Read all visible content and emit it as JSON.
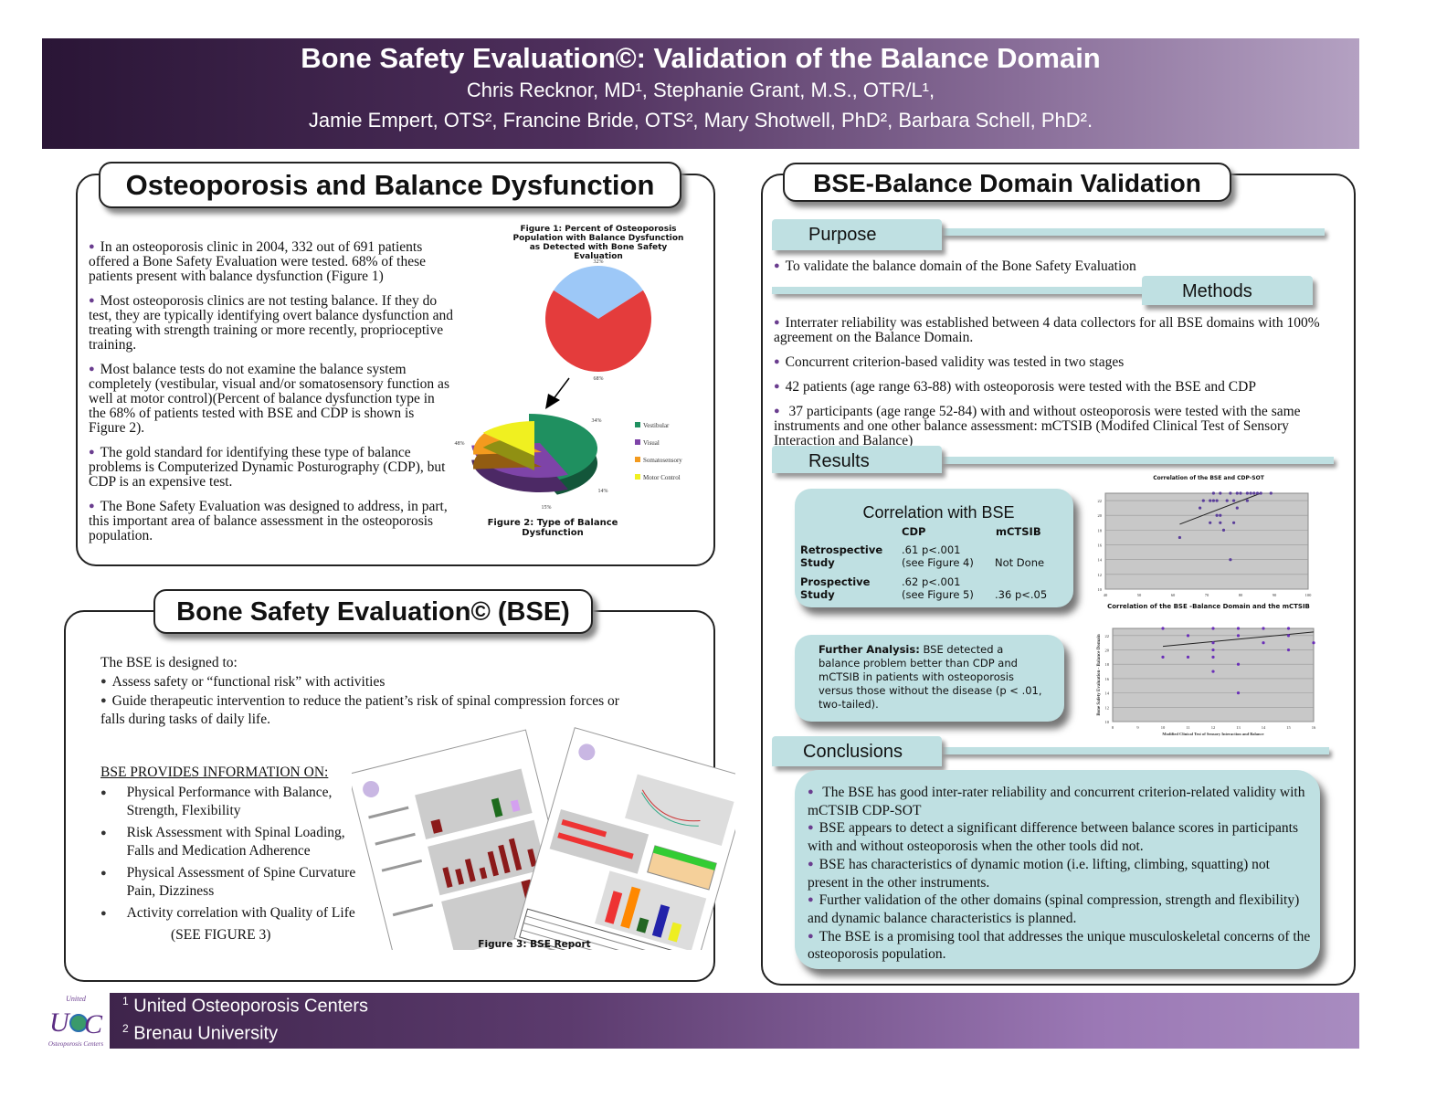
{
  "header": {
    "title": "Bone Safety Evaluation©: Validation of the Balance Domain",
    "authors_line1": "Chris Recknor, MD¹, Stephanie Grant, M.S., OTR/L¹,",
    "authors_line2": "Jamie Empert, OTS², Francine Bride, OTS², Mary Shotwell, PhD², Barbara Schell, PhD²."
  },
  "osteo": {
    "title": "Osteoporosis and Balance Dysfunction",
    "bullets": [
      "In an osteoporosis clinic in 2004, 332 out of 691 patients offered a Bone Safety Evaluation were tested.  68% of these patients present with balance dysfunction (Figure 1)",
      "Most osteoporosis clinics are not testing balance.  If they do test, they are typically identifying overt balance dysfunction and treating with  strength training or more recently, proprioceptive training.",
      "Most balance tests do not examine the balance system completely (vestibular, visual and/or somatosensory function as well at motor control)(Percent of balance dysfunction type in the 68% of patients tested with BSE and CDP is shown is Figure 2).",
      "The gold standard for identifying these type of balance problems is Computerized Dynamic Posturography (CDP), but CDP is an expensive test.",
      "The Bone Safety Evaluation was designed to address, in part, this important area of balance assessment in the osteoporosis population."
    ]
  },
  "bse": {
    "title": "Bone Safety Evaluation© (BSE)",
    "intro": "The BSE is designed to:",
    "designed": [
      "Assess safety or “functional risk” with activities",
      "Guide therapeutic intervention to reduce the patient’s risk of spinal compression forces or falls during tasks of daily life."
    ],
    "info_heading": "BSE PROVIDES INFORMATION ON:",
    "info": [
      "Physical Performance with Balance, Strength, Flexibility",
      "Risk Assessment with Spinal Loading, Falls and Medication Adherence",
      "Physical Assessment of Spine Curvature Pain, Dizziness",
      "Activity correlation with Quality of Life"
    ],
    "see": "(SEE FIGURE 3)",
    "figure3_caption": "Figure 3:   BSE Report"
  },
  "validation": {
    "title": "BSE-Balance Domain Validation",
    "purpose_label": "Purpose",
    "purpose": "To validate the balance domain of the Bone Safety Evaluation",
    "methods_label": "Methods",
    "methods": [
      "Interrater reliability was established between 4 data collectors for all BSE domains with 100% agreement on the Balance Domain.",
      "Concurrent criterion-based validity was tested in two stages",
      "42 patients (age range 63-88) with osteoporosis were tested with the BSE and CDP",
      " 37 participants (age range 52-84) with and without osteoporosis were tested with the same instruments and one other balance assessment: mCTSIB (Modifed Clinical Test of Sensory Interaction and Balance)"
    ],
    "results_label": "Results",
    "corr": {
      "title": "Correlation with BSE",
      "col1": "CDP",
      "col2": "mCTSIB",
      "rows": [
        {
          "label1": "Retrospective",
          "label2": "Study",
          "cdp1": ".61 p<.001",
          "cdp2": "(see Figure 4)",
          "m": "Not Done"
        },
        {
          "label1": "Prospective",
          "label2": "Study",
          "cdp1": ".62 p<.001",
          "cdp2": "(see Figure 5)",
          "m": ".36 p<.05"
        }
      ]
    },
    "further_bold": "Further Analysis:",
    "further": " BSE detected a balance problem better than CDP and mCTSIB in patients with osteoporosis versus those without the disease (p < .01, two-tailed).",
    "conclusions_label": "Conclusions",
    "conclusions": [
      " The BSE has good inter-rater reliability and concurrent criterion-related validity with mCTSIB CDP-SOT",
      "BSE appears to detect a significant difference between balance scores in participants with and without osteoporosis when the other tools did not.",
      "BSE has characteristics of dynamic motion (i.e. lifting, climbing, squatting) not present in the other instruments.",
      "Further validation of the other domains (spinal compression, strength and flexibility) and dynamic balance characteristics is planned.",
      "The BSE is a promising tool that addresses the unique musculoskeletal concerns of the osteoporosis population."
    ]
  },
  "footer": {
    "aff1_sup": "1",
    "aff1": "United Osteoporosis Centers",
    "aff2_sup": "2",
    "aff2": "Brenau University",
    "logo_text": "United Osteoporosis Centers"
  },
  "chart_data": [
    {
      "type": "pie",
      "title": "Figure 1:  Percent of Osteoporosis Population with Balance Dysfunction as Detected with Bone Safety Evaluation",
      "slices": [
        {
          "label": "32%",
          "value": 32,
          "color": "#9dc8f7"
        },
        {
          "label": "68%",
          "value": 68,
          "color": "#e43c3c"
        }
      ]
    },
    {
      "type": "pie",
      "title": "Figure 2: Type of Balance Dysfunction",
      "slices": [
        {
          "name": "Vestibular",
          "label": "48%",
          "value": 48,
          "color": "#1f9060"
        },
        {
          "name": "Visual",
          "label": "34%",
          "value": 34,
          "color": "#7e44a8"
        },
        {
          "name": "Somatosensory",
          "label": "14%",
          "value": 14,
          "color": "#f39a1e"
        },
        {
          "name": "Motor Control",
          "label": "15%",
          "value": 15,
          "color": "#f0f020"
        }
      ]
    },
    {
      "type": "scatter",
      "title": "Correlation of the BSE and CDP-SOT",
      "xlim": [
        40,
        100
      ],
      "ylim": [
        10,
        23
      ],
      "xticks": [
        40,
        50,
        60,
        70,
        80,
        90,
        100
      ],
      "yticks": [
        10,
        12,
        14,
        16,
        18,
        20,
        22
      ],
      "points": [
        [
          62,
          17
        ],
        [
          68,
          21
        ],
        [
          69,
          22
        ],
        [
          71,
          22
        ],
        [
          72,
          23
        ],
        [
          72,
          22
        ],
        [
          73,
          22
        ],
        [
          73,
          20
        ],
        [
          74,
          23
        ],
        [
          74,
          20
        ],
        [
          71,
          19
        ],
        [
          74,
          19
        ],
        [
          75,
          18
        ],
        [
          76,
          22
        ],
        [
          77,
          23
        ],
        [
          78,
          22
        ],
        [
          78,
          19
        ],
        [
          77,
          14
        ],
        [
          79,
          21
        ],
        [
          79,
          23
        ],
        [
          80,
          23
        ],
        [
          82,
          22
        ],
        [
          82,
          23
        ],
        [
          83,
          23
        ],
        [
          84,
          23
        ],
        [
          85,
          23
        ],
        [
          86,
          23
        ],
        [
          89,
          23
        ]
      ],
      "trend": [
        [
          62,
          18.8
        ],
        [
          86,
          23
        ]
      ],
      "color": "#5a3d9a"
    },
    {
      "type": "scatter",
      "title": "Correlation of the BSE -Balance Domain and the mCTSIB",
      "xlabel": "Modified Clinical Test of Sensory Interaction and Balance",
      "ylabel": "Bone Safety Evaluation - Balance Domain",
      "xlim": [
        8,
        16
      ],
      "ylim": [
        10,
        23
      ],
      "xticks": [
        8,
        9,
        10,
        11,
        12,
        13,
        14,
        15,
        16
      ],
      "yticks": [
        10,
        12,
        14,
        16,
        18,
        20,
        22
      ],
      "points": [
        [
          10,
          23
        ],
        [
          10,
          19
        ],
        [
          11,
          22
        ],
        [
          11,
          19
        ],
        [
          12,
          23
        ],
        [
          12,
          21
        ],
        [
          12,
          20
        ],
        [
          12,
          19
        ],
        [
          12,
          17
        ],
        [
          13,
          23
        ],
        [
          13,
          22
        ],
        [
          13,
          18
        ],
        [
          13,
          14
        ],
        [
          14,
          23
        ],
        [
          14,
          21
        ],
        [
          15,
          23
        ],
        [
          15,
          22
        ],
        [
          15,
          20
        ],
        [
          16,
          21
        ]
      ],
      "trend": [
        [
          10,
          20.5
        ],
        [
          16,
          22.5
        ]
      ],
      "color": "#6a2fb8"
    }
  ]
}
